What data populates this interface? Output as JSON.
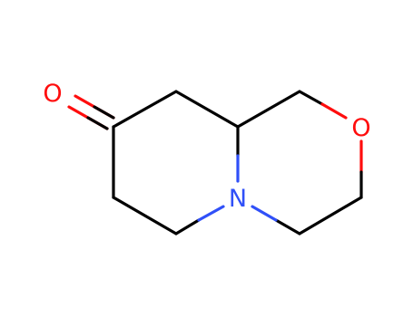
{
  "molecule": {
    "atoms": [
      {
        "id": "o-ketone",
        "symbol": "O",
        "color": "#ff0d0d"
      },
      {
        "id": "o-ether",
        "symbol": "O",
        "color": "#ff0d0d"
      },
      {
        "id": "n-bridgehead",
        "symbol": "N",
        "color": "#3050f8"
      }
    ],
    "colors": {
      "bond": "#000000",
      "oxygen": "#ff0d0d",
      "nitrogen": "#3050f8",
      "background": "#ffffff"
    }
  }
}
